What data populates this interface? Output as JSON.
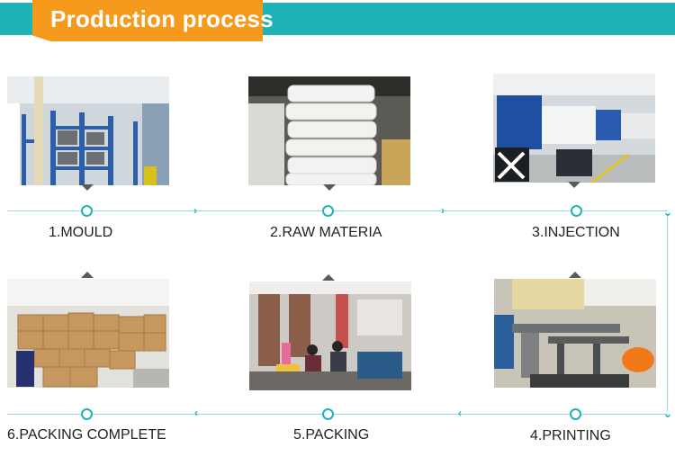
{
  "banner": {
    "title": "Production process"
  },
  "steps": [
    {
      "label": "1.MOULD"
    },
    {
      "label": "2.RAW MATERIA"
    },
    {
      "label": "3.INJECTION"
    },
    {
      "label": "4.PRINTING"
    },
    {
      "label": "5.PACKING"
    },
    {
      "label": "6.PACKING COMPLETE"
    }
  ],
  "icons": {
    "connector_right": "chevron-right-icon",
    "connector_left": "chevron-left-icon",
    "connector_down": "chevron-down-icon",
    "step_marker": "circle-icon"
  },
  "colors": {
    "teal": "#1fb3b8",
    "orange": "#f59a1c"
  }
}
